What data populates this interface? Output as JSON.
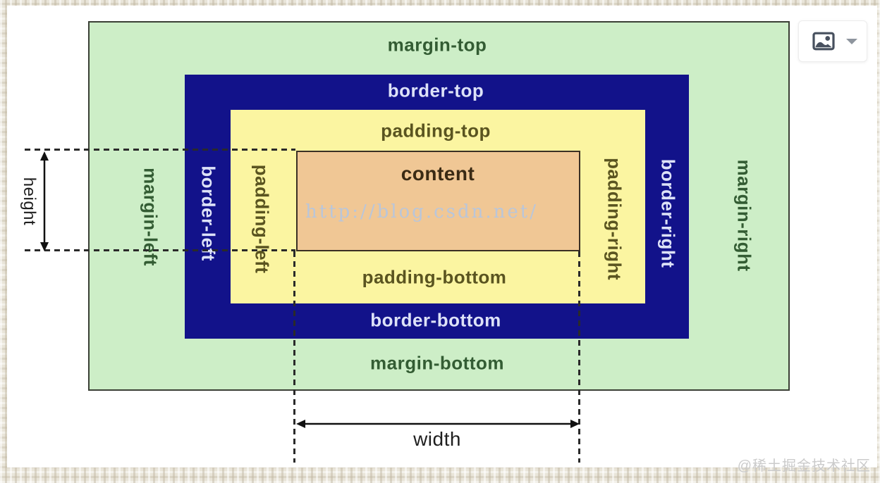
{
  "diagram": {
    "margin_top": "margin-top",
    "margin_bottom": "margin-bottom",
    "margin_left": "margin-left",
    "margin_right": "margin-right",
    "border_top": "border-top",
    "border_bottom": "border-bottom",
    "border_left": "border-left",
    "border_right": "border-right",
    "padding_top": "padding-top",
    "padding_bottom": "padding-bottom",
    "padding_left": "padding-left",
    "padding_right": "padding-right",
    "content": "content",
    "height_label": "height",
    "width_label": "width",
    "content_watermark": "http://blog.csdn.net/"
  },
  "footer": {
    "community_watermark": "@稀土掘金技术社区"
  },
  "toolbar": {
    "icons": [
      "image-icon",
      "caret-down-icon"
    ]
  },
  "colors": {
    "margin_bg": "#cdeec7",
    "border_bg": "#12128a",
    "padding_bg": "#fbf5a1",
    "content_bg": "#f0c795",
    "margin_text": "#335c33",
    "border_text": "#dde2f8",
    "padding_text": "#5a5420",
    "content_text": "#3a2a14",
    "guide_line": "#2a2a2a",
    "csdn_watermark_text": "#b9c6da",
    "community_watermark_text": "#cbcbcb",
    "icon_color": "#47505e"
  }
}
